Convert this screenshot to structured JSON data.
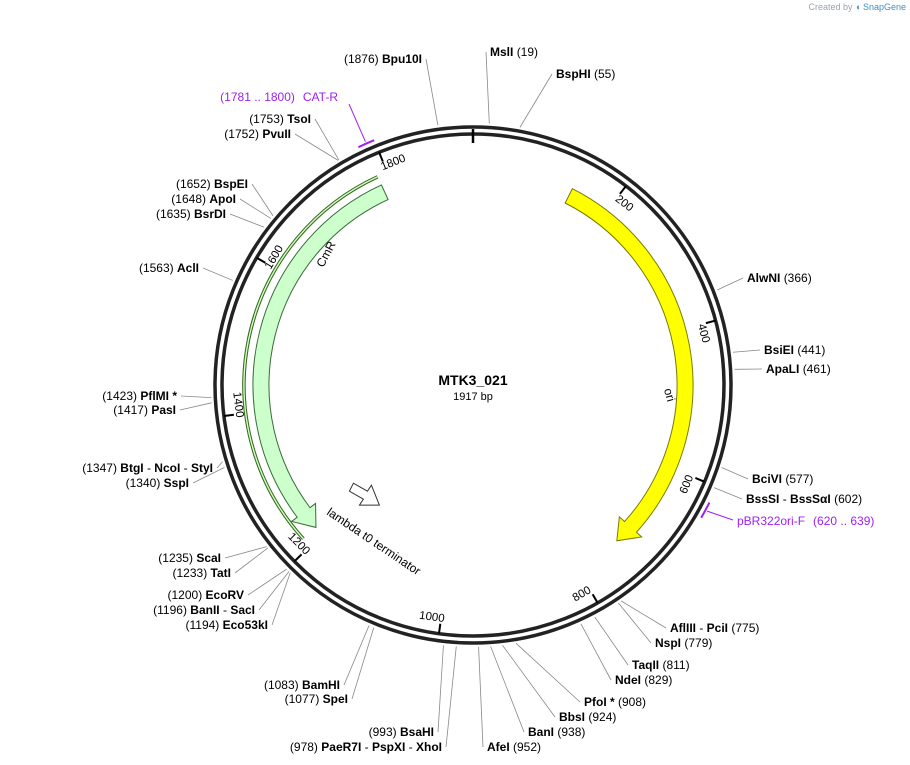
{
  "credit": {
    "text": "Created by",
    "brand": "SnapGene"
  },
  "plasmid": {
    "name": "MTK3_021",
    "length_label": "1917 bp",
    "length": 1917
  },
  "ticks": [
    {
      "pos": 200,
      "label": "200"
    },
    {
      "pos": 400,
      "label": "400"
    },
    {
      "pos": 600,
      "label": "600"
    },
    {
      "pos": 800,
      "label": "800"
    },
    {
      "pos": 1000,
      "label": "1000"
    },
    {
      "pos": 1200,
      "label": "1200"
    },
    {
      "pos": 1400,
      "label": "1400"
    },
    {
      "pos": 1600,
      "label": "1600"
    },
    {
      "pos": 1800,
      "label": "1800"
    }
  ],
  "features": [
    {
      "name": "ori",
      "start": 143,
      "end": 731,
      "color": "#ffff00",
      "stroke": "#7a7a00",
      "direction": "cw"
    },
    {
      "name": "CmR",
      "start": 1213,
      "end": 1786,
      "color": "#ccffcc",
      "stroke": "#3a6a3a",
      "direction": "ccw"
    },
    {
      "name": "lambda t0 terminator",
      "start": 1140,
      "end": 1231,
      "color": "#ffffff",
      "stroke": "#333333",
      "direction": "cw"
    }
  ],
  "primers": [
    {
      "name": "CAT-R",
      "range": "(1781 .. 1800)",
      "pos": 1790
    },
    {
      "name": "pBR322ori-F",
      "range": "(620 .. 639)",
      "pos": 630
    }
  ],
  "sites": [
    {
      "id": "msli",
      "names": [
        "MslI"
      ],
      "pos_label": "(19)",
      "pos": 19
    },
    {
      "id": "bsphi",
      "names": [
        "BspHI"
      ],
      "pos_label": "(55)",
      "pos": 55
    },
    {
      "id": "alwni",
      "names": [
        "AlwNI"
      ],
      "pos_label": "(366)",
      "pos": 366
    },
    {
      "id": "bsiei",
      "names": [
        "BsiEI"
      ],
      "pos_label": "(441)",
      "pos": 441
    },
    {
      "id": "apali",
      "names": [
        "ApaLI"
      ],
      "pos_label": "(461)",
      "pos": 461
    },
    {
      "id": "bcivi",
      "names": [
        "BciVI"
      ],
      "pos_label": "(577)",
      "pos": 577
    },
    {
      "id": "bsssi",
      "names": [
        "BssSI",
        "BssSαI"
      ],
      "pos_label": "(602)",
      "pos": 602
    },
    {
      "id": "afliii",
      "names": [
        "AflIII",
        "PciI"
      ],
      "pos_label": "(775)",
      "pos": 775
    },
    {
      "id": "nspi",
      "names": [
        "NspI"
      ],
      "pos_label": "(779)",
      "pos": 779
    },
    {
      "id": "taqii",
      "names": [
        "TaqII"
      ],
      "pos_label": "(811)",
      "pos": 811
    },
    {
      "id": "ndei",
      "names": [
        "NdeI"
      ],
      "pos_label": "(829)",
      "pos": 829
    },
    {
      "id": "pfoi",
      "names": [
        "PfoI *"
      ],
      "pos_label": "(908)",
      "pos": 908
    },
    {
      "id": "bbsi",
      "names": [
        "BbsI"
      ],
      "pos_label": "(924)",
      "pos": 924
    },
    {
      "id": "bani",
      "names": [
        "BanI"
      ],
      "pos_label": "(938)",
      "pos": 938
    },
    {
      "id": "afei",
      "names": [
        "AfeI"
      ],
      "pos_label": "(952)",
      "pos": 952
    },
    {
      "id": "bsahi",
      "names": [
        "BsaHI"
      ],
      "pos_label": "(993)",
      "pos": 993
    },
    {
      "id": "paer7i",
      "names": [
        "PaeR7I",
        "PspXI",
        "XhoI"
      ],
      "pos_label": "(978)",
      "pos": 978
    },
    {
      "id": "spei",
      "names": [
        "SpeI"
      ],
      "pos_label": "(1077)",
      "pos": 1077
    },
    {
      "id": "bamhi",
      "names": [
        "BamHI"
      ],
      "pos_label": "(1083)",
      "pos": 1083
    },
    {
      "id": "eco53ki",
      "names": [
        "Eco53kI"
      ],
      "pos_label": "(1194)",
      "pos": 1194
    },
    {
      "id": "banii",
      "names": [
        "BanII",
        "SacI"
      ],
      "pos_label": "(1196)",
      "pos": 1196
    },
    {
      "id": "ecorv",
      "names": [
        "EcoRV"
      ],
      "pos_label": "(1200)",
      "pos": 1200
    },
    {
      "id": "tati",
      "names": [
        "TatI"
      ],
      "pos_label": "(1233)",
      "pos": 1233
    },
    {
      "id": "scai",
      "names": [
        "ScaI"
      ],
      "pos_label": "(1235)",
      "pos": 1235
    },
    {
      "id": "sspi",
      "names": [
        "SspI"
      ],
      "pos_label": "(1340)",
      "pos": 1340
    },
    {
      "id": "btgi",
      "names": [
        "BtgI",
        "NcoI",
        "StyI"
      ],
      "pos_label": "(1347)",
      "pos": 1347
    },
    {
      "id": "pasi",
      "names": [
        "PasI"
      ],
      "pos_label": "(1417)",
      "pos": 1417
    },
    {
      "id": "pflmi",
      "names": [
        "PflMI *"
      ],
      "pos_label": "(1423)",
      "pos": 1423
    },
    {
      "id": "acli",
      "names": [
        "AclI"
      ],
      "pos_label": "(1563)",
      "pos": 1563
    },
    {
      "id": "bsrdi",
      "names": [
        "BsrDI"
      ],
      "pos_label": "(1635)",
      "pos": 1635
    },
    {
      "id": "apoi",
      "names": [
        "ApoI"
      ],
      "pos_label": "(1648)",
      "pos": 1648
    },
    {
      "id": "bspei",
      "names": [
        "BspEI"
      ],
      "pos_label": "(1652)",
      "pos": 1652
    },
    {
      "id": "pvuii",
      "names": [
        "PvuII"
      ],
      "pos_label": "(1752)",
      "pos": 1752
    },
    {
      "id": "tsoi",
      "names": [
        "TsoI"
      ],
      "pos_label": "(1753)",
      "pos": 1753
    },
    {
      "id": "bpu10i",
      "names": [
        "Bpu10I"
      ],
      "pos_label": "(1876)",
      "pos": 1876
    }
  ]
}
